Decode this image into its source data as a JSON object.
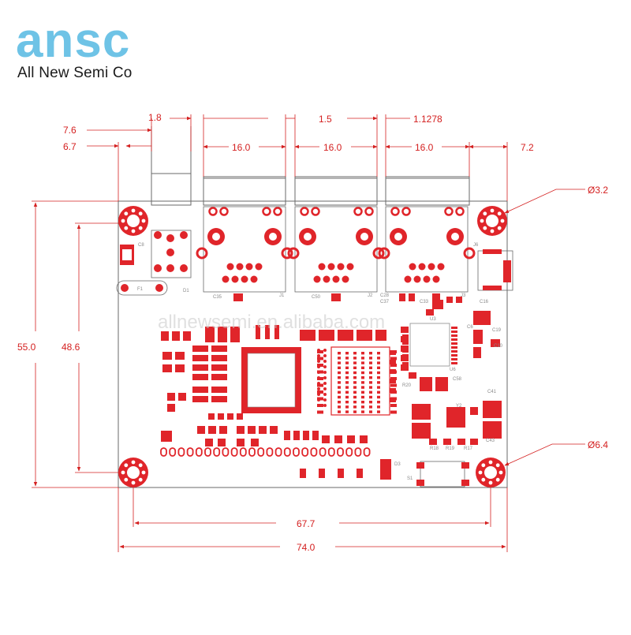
{
  "brand": {
    "logo_text": "ansc",
    "company_name": "All New Semi Co",
    "color": "#6ec3e6"
  },
  "watermark": "allnewsemi.en.alibaba.com",
  "colors": {
    "dimension": "#d42020",
    "pad": "#e0252a",
    "outline": "#6a6a6a"
  },
  "dimensions": {
    "top": {
      "d_1_8": "1.8",
      "d_7_6": "7.6",
      "d_6_7": "6.7",
      "d_1_5": "1.5",
      "d_1_1278": "1.1278",
      "d_16_a": "16.0",
      "d_16_b": "16.0",
      "d_16_c": "16.0",
      "d_7_2": "7.2"
    },
    "left": {
      "height_total": "55.0",
      "height_holes": "48.6"
    },
    "bottom": {
      "width_holes": "67.7",
      "width_total": "74.0"
    },
    "holes": {
      "small": "Ø3.2",
      "large": "Ø6.4"
    }
  },
  "silkscreen": {
    "c8": "C8",
    "f1": "F1",
    "d1": "D1",
    "c35": "C35",
    "j1": "J1",
    "c50": "C50",
    "j2": "J2",
    "j3": "J3",
    "j6": "J6",
    "c28": "C28",
    "c37": "C37",
    "c33": "C33",
    "u3": "U3",
    "c6": "C6",
    "c16": "C16",
    "c19": "C19",
    "c10": "C10",
    "u6": "U6",
    "r20": "R20",
    "c58": "C58",
    "y2": "Y2",
    "r18": "R18",
    "r19": "R19",
    "r17": "R17",
    "d3": "D3",
    "s1": "S1",
    "c41": "C41",
    "c43": "C43"
  }
}
